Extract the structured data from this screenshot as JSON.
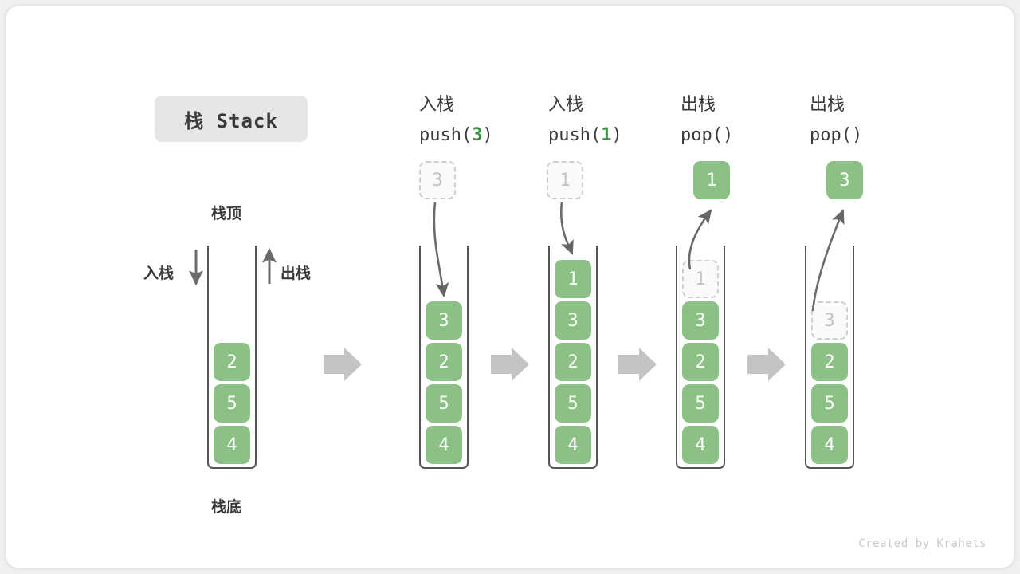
{
  "title": {
    "text": "栈 Stack"
  },
  "credit": {
    "text": "Created by Krahets"
  },
  "labels": {
    "top": "栈顶",
    "bottom": "栈底",
    "push_side": "入栈",
    "pop_side": "出栈"
  },
  "steps": [
    {
      "id": "initial",
      "cn": "",
      "code": "",
      "code_prefix": "",
      "code_arg": "",
      "code_suffix": "",
      "cells": [
        "2",
        "5",
        "4"
      ],
      "ghost_in_stack": null,
      "float_value": null,
      "float_kind": null
    },
    {
      "id": "push-3",
      "cn": "入栈",
      "code_prefix": "push(",
      "code_arg": "3",
      "code_suffix": ")",
      "cells": [
        "3",
        "2",
        "5",
        "4"
      ],
      "ghost_in_stack": null,
      "float_value": "3",
      "float_kind": "ghost"
    },
    {
      "id": "push-1",
      "cn": "入栈",
      "code_prefix": "push(",
      "code_arg": "1",
      "code_suffix": ")",
      "cells": [
        "1",
        "3",
        "2",
        "5",
        "4"
      ],
      "ghost_in_stack": null,
      "float_value": "1",
      "float_kind": "ghost"
    },
    {
      "id": "pop-1",
      "cn": "出栈",
      "code_prefix": "pop(",
      "code_arg": "",
      "code_suffix": ")",
      "cells": [
        "3",
        "2",
        "5",
        "4"
      ],
      "ghost_in_stack": "1",
      "float_value": "1",
      "float_kind": "solid"
    },
    {
      "id": "pop-3",
      "cn": "出栈",
      "code_prefix": "pop(",
      "code_arg": "",
      "code_suffix": ")",
      "cells": [
        "2",
        "5",
        "4"
      ],
      "ghost_in_stack": "3",
      "float_value": "3",
      "float_kind": "solid"
    }
  ],
  "colors": {
    "element_green": "#8cc185",
    "accent_green": "#3e9443",
    "ghost_border": "#cfcfcf",
    "stroke_gray": "#555555",
    "flow_arrow": "#c4c4c4"
  },
  "flow_arrows": 4
}
